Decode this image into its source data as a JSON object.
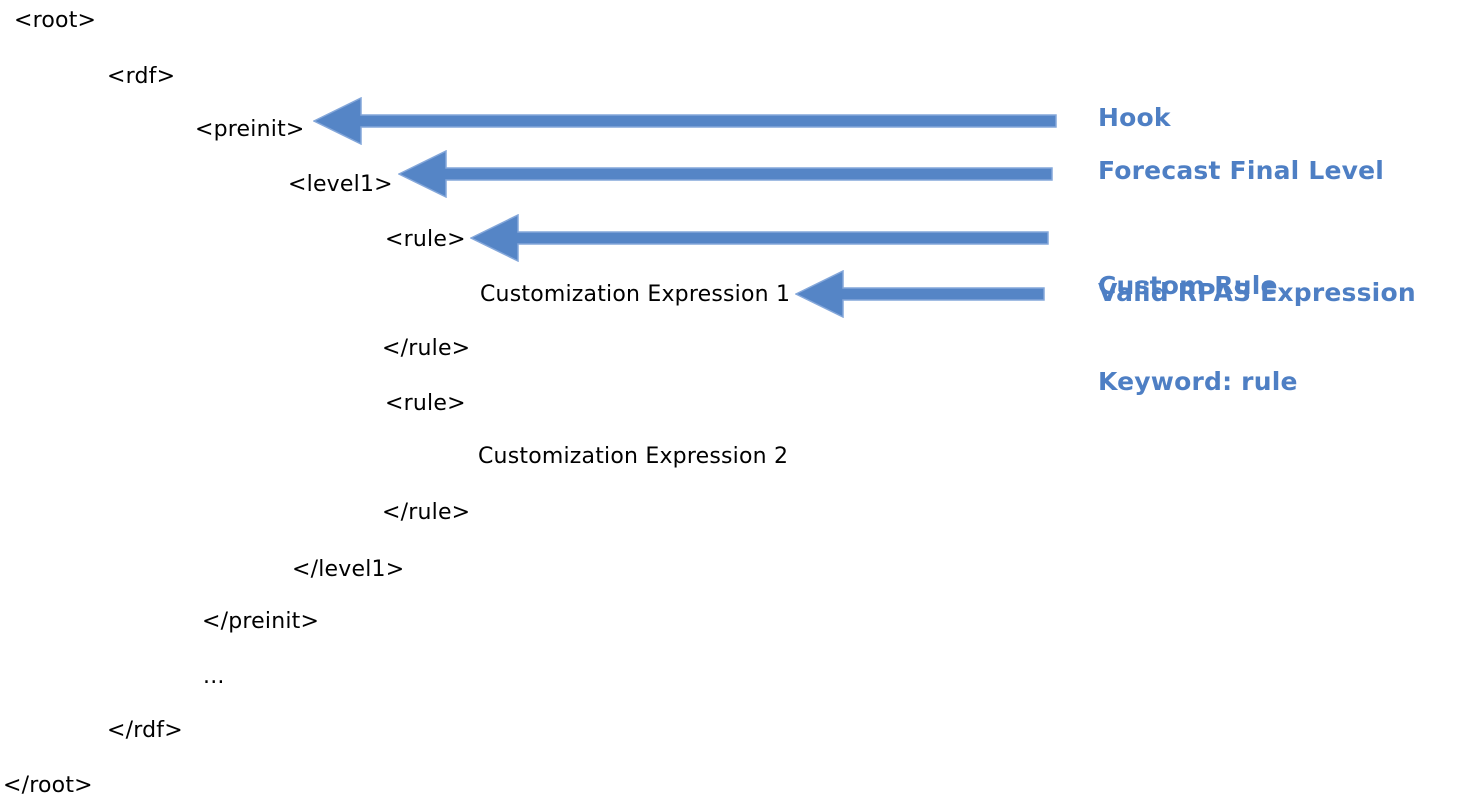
{
  "colors": {
    "background": "#FFFFFF",
    "code_text": "#000000",
    "label_text": "#4E7FC4",
    "arrow_fill": "#5585C6",
    "arrow_border": "#84A7DA"
  },
  "diagram": {
    "xml_lines": [
      {
        "text": "<root>",
        "indent": 0
      },
      {
        "text": "<rdf>",
        "indent": 1
      },
      {
        "text": "<preinit>",
        "indent": 2
      },
      {
        "text": "<level1>",
        "indent": 3
      },
      {
        "text": "<rule>",
        "indent": 4
      },
      {
        "text": "Customization Expression 1",
        "indent": 5
      },
      {
        "text": "</rule>",
        "indent": 4
      },
      {
        "text": "<rule>",
        "indent": 4
      },
      {
        "text": "Customization Expression 2",
        "indent": 5
      },
      {
        "text": "</rule>",
        "indent": 4
      },
      {
        "text": "</level1>",
        "indent": 3
      },
      {
        "text": "</preinit>",
        "indent": 2
      },
      {
        "text": "...",
        "indent": 2
      },
      {
        "text": "</rdf>",
        "indent": 1
      },
      {
        "text": "</root>",
        "indent": 0
      }
    ],
    "annotations": [
      {
        "label": "Hook",
        "points_to": "<preinit>"
      },
      {
        "label": "Forecast Final Level",
        "points_to": "<level1>"
      },
      {
        "label": "Custom Rule",
        "label2": "Keyword: rule",
        "points_to": "<rule>"
      },
      {
        "label": "Valid RPAS Expression",
        "points_to": "Customization Expression 1"
      }
    ]
  }
}
